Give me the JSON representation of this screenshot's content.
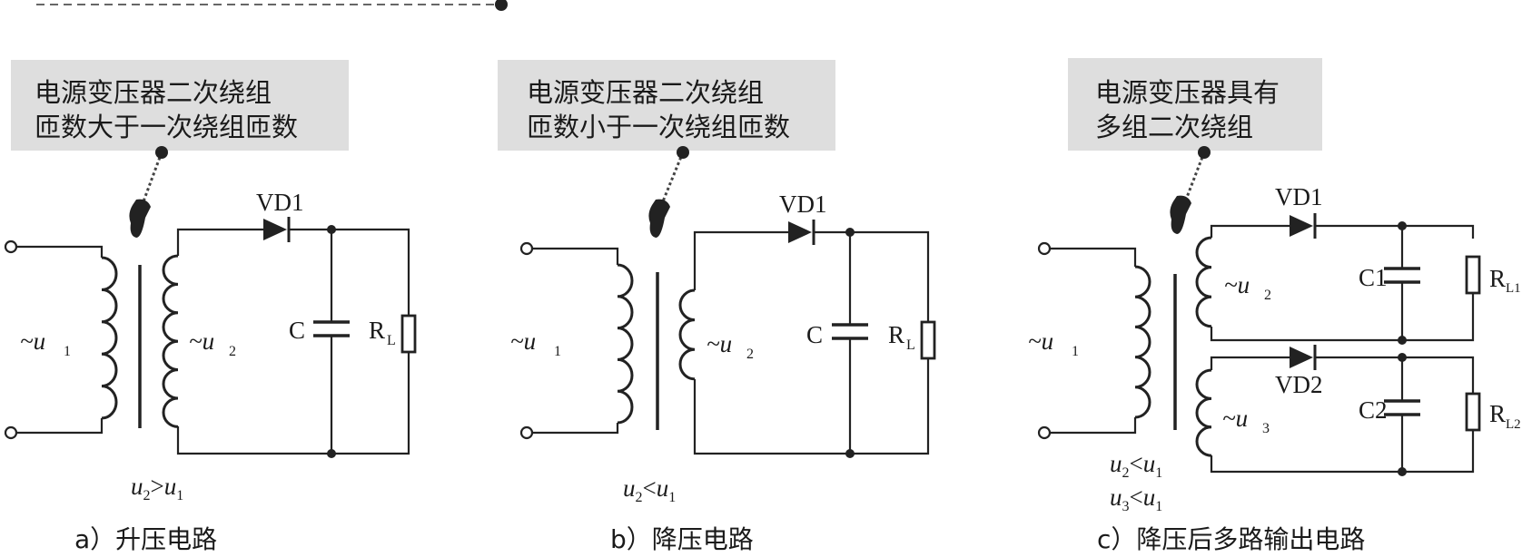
{
  "panels": [
    {
      "note_line1": "电源变压器二次绕组",
      "note_line2": "匝数大于一次绕组匝数",
      "diode": "VD1",
      "cap": "C",
      "res_main": "R",
      "res_sub": "L",
      "u_primary": "~",
      "u_secondary": "~",
      "relation": ">",
      "caption": "a）升压电路"
    },
    {
      "note_line1": "电源变压器二次绕组",
      "note_line2": "匝数小于一次绕组匝数",
      "diode": "VD1",
      "cap": "C",
      "res_main": "R",
      "res_sub": "L",
      "u_primary": "~",
      "u_secondary": "~",
      "relation": "<",
      "caption": "b）降压电路"
    },
    {
      "note_line1": "电源变压器具有",
      "note_line2": "多组二次绕组",
      "diode1": "VD1",
      "diode2": "VD2",
      "cap1": "C1",
      "cap2": "C2",
      "res1_sub": "L1",
      "res2_sub": "L2",
      "relation1": "<",
      "relation2": "<",
      "caption": "c）降压后多路输出电路"
    }
  ],
  "symbols": {
    "u": "u",
    "R": "R",
    "sub1": "1",
    "sub2": "2",
    "sub3": "3"
  }
}
